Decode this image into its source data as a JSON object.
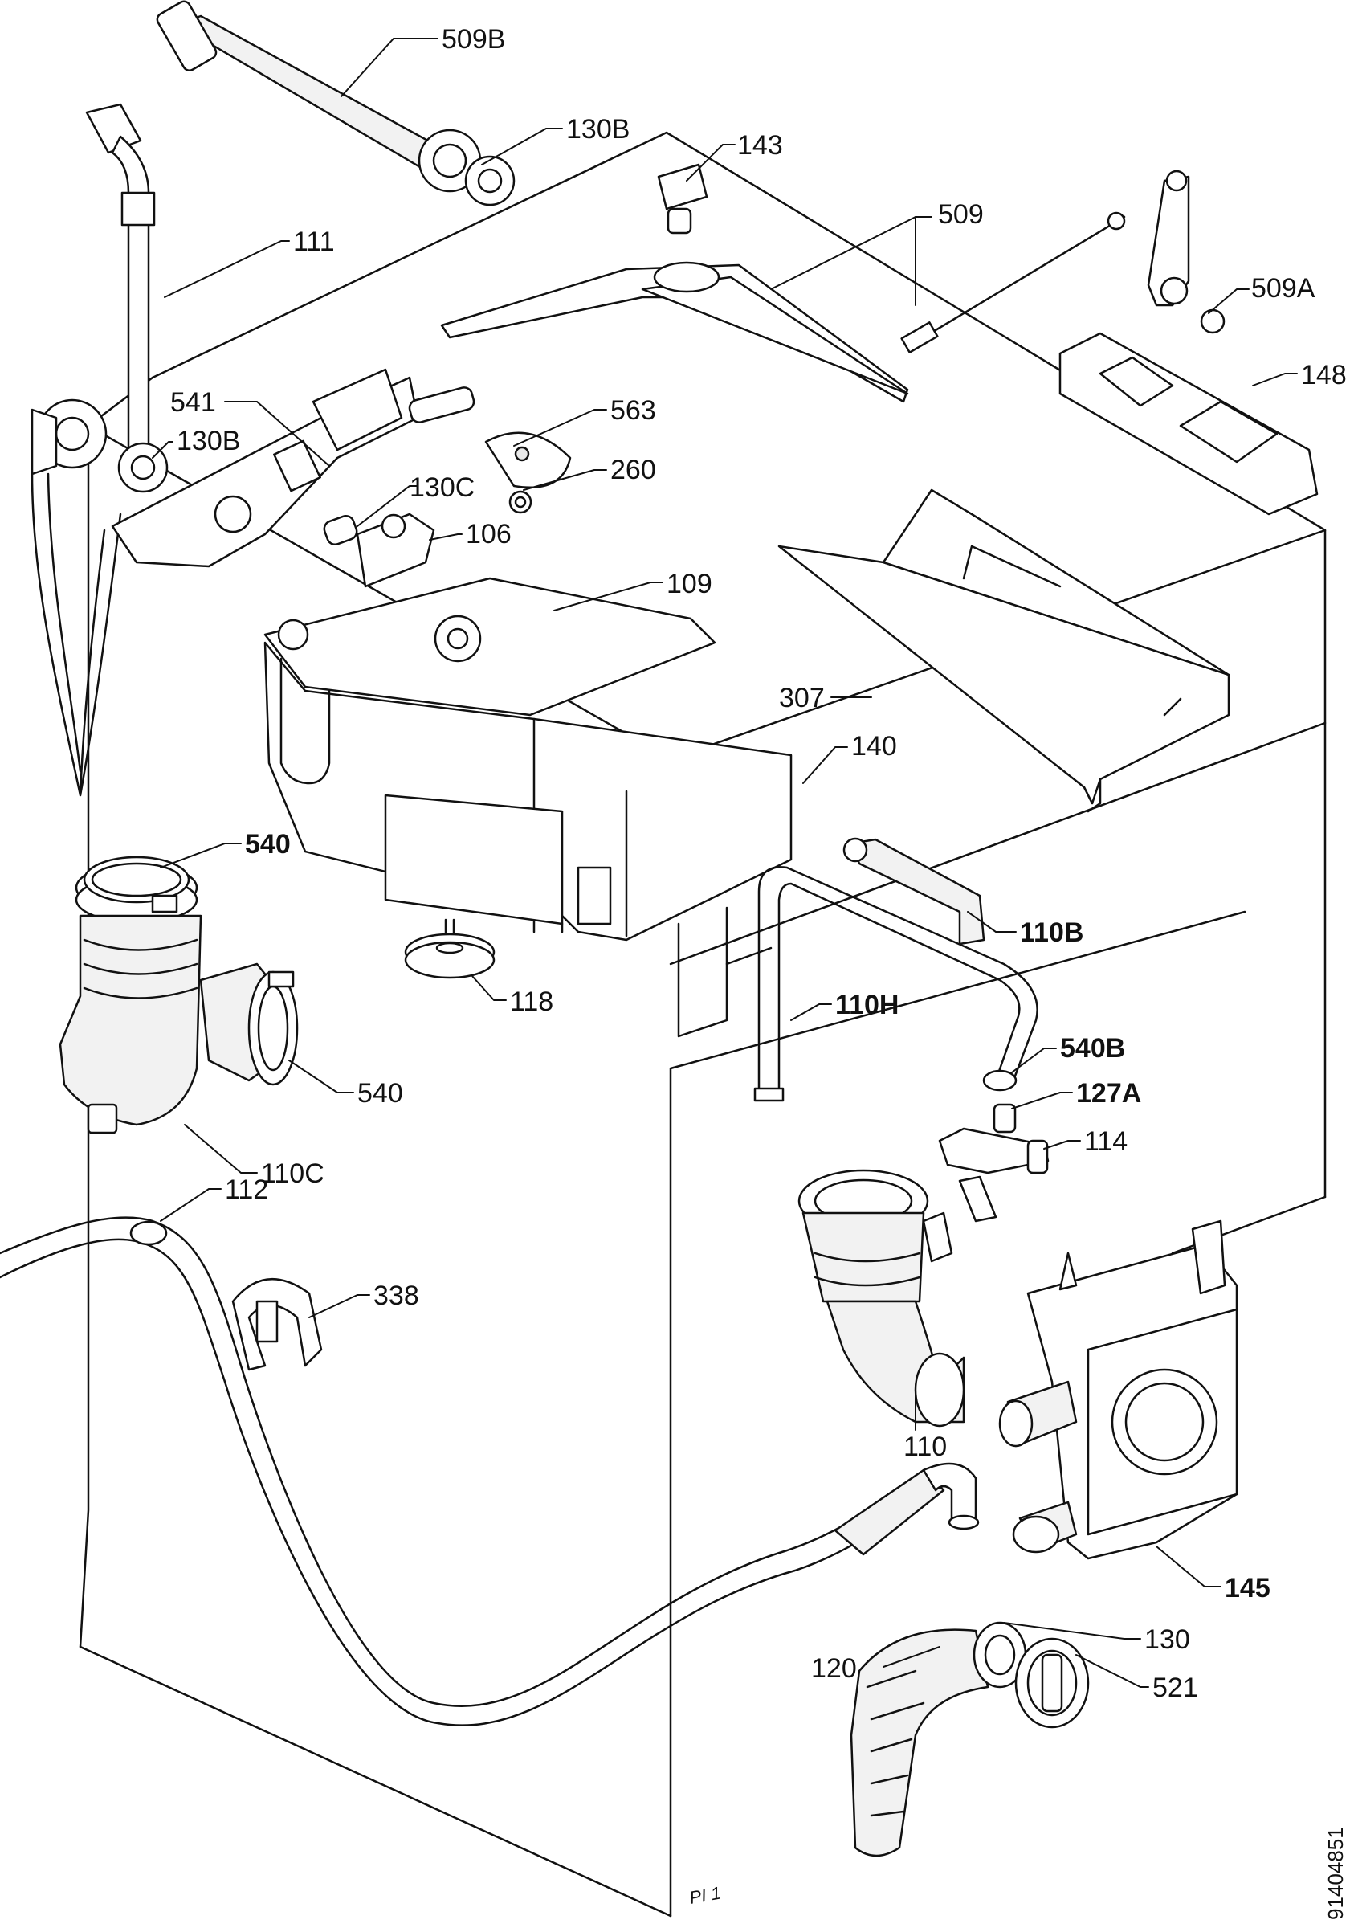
{
  "labels": {
    "l_509b": "509B",
    "l_130b_top": "130B",
    "l_143": "143",
    "l_509": "509",
    "l_509a": "509A",
    "l_111": "111",
    "l_148": "148",
    "l_541": "541",
    "l_130b_mid": "130B",
    "l_563": "563",
    "l_260": "260",
    "l_130c": "130C",
    "l_106": "106",
    "l_109": "109",
    "l_307": "307",
    "l_140": "140",
    "l_540_top": "540",
    "l_110b": "110B",
    "l_118": "118",
    "l_110h": "110H",
    "l_540b": "540B",
    "l_540_bot": "540",
    "l_127a": "127A",
    "l_110c": "110C",
    "l_114": "114",
    "l_338": "338",
    "l_112": "112",
    "l_110": "110",
    "l_145": "145",
    "l_130": "130",
    "l_120": "120",
    "l_521": "521",
    "corner_mark": "PI 1",
    "doc_number": "91404851"
  }
}
